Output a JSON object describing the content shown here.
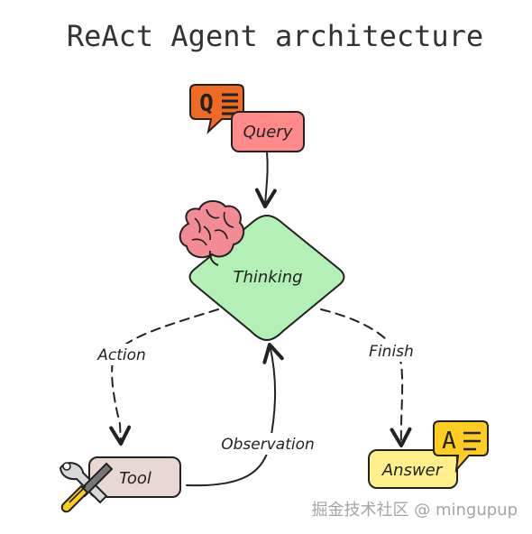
{
  "title": "ReAct Agent architecture",
  "nodes": {
    "query": {
      "label": "Query"
    },
    "thinking": {
      "label": "Thinking"
    },
    "tool": {
      "label": "Tool"
    },
    "answer": {
      "label": "Answer"
    }
  },
  "edges": {
    "action": {
      "label": "Action"
    },
    "finish": {
      "label": "Finish"
    },
    "observation": {
      "label": "Observation"
    }
  },
  "icons": {
    "query_badge_letter": "Q",
    "answer_badge_letter": "A"
  },
  "watermark": "掘金技术社区 @ mingupup",
  "colors": {
    "query_fill": "#ff8a8a",
    "query_icon": "#f06a24",
    "thinking_fill": "#b2f0b5",
    "brain": "#f28b93",
    "tool_fill": "#e8d8d2",
    "answer_fill": "#fff08c",
    "answer_icon": "#ffcc22"
  }
}
